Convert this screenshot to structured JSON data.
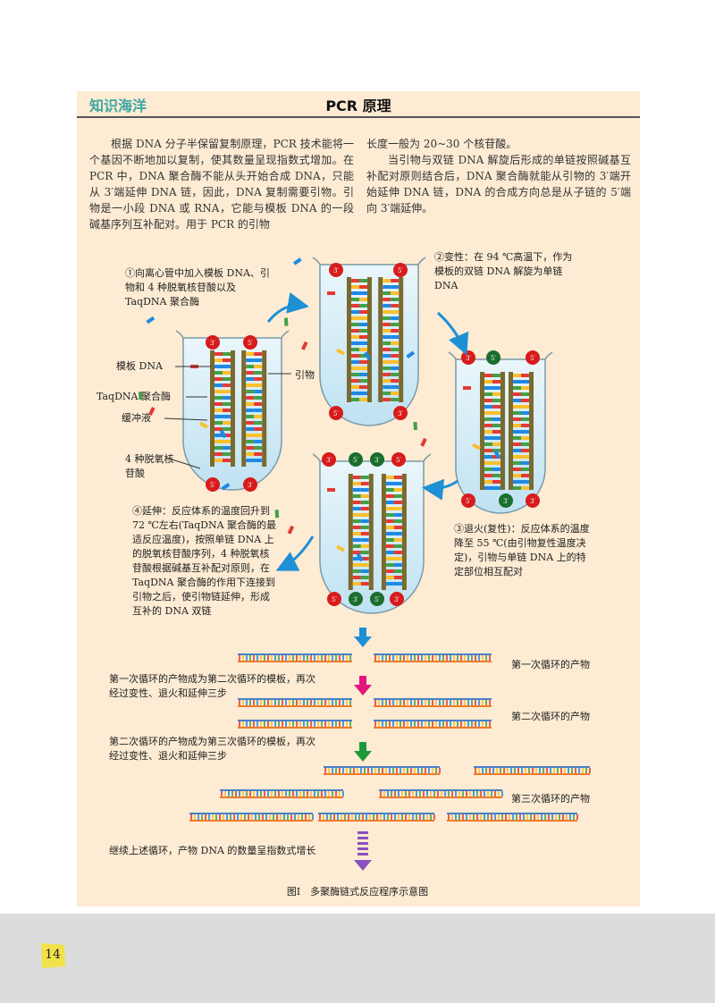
{
  "header": {
    "tag": "知识海洋",
    "title": "PCR 原理"
  },
  "intro": {
    "left_paragraph": "根据 DNA 分子半保留复制原理，PCR 技术能将一个基因不断地加以复制，使其数量呈现指数式增加。在 PCR 中，DNA 聚合酶不能从头开始合成 DNA，只能从 3′端延伸 DNA 链，因此，DNA 复制需要引物。引物是一小段 DNA 或 RNA，它能与模板 DNA 的一段碱基序列互补配对。用于 PCR 的引物",
    "right_paragraph_1": "长度一般为 20~30 个核苷酸。",
    "right_paragraph_2": "当引物与双链 DNA 解旋后形成的单链按照碱基互补配对原则结合后，DNA 聚合酶就能从引物的 3′端开始延伸 DNA 链，DNA 的合成方向总是从子链的 5′端向 3′端延伸。"
  },
  "steps": {
    "step1": "①向离心管中加入模板 DNA、引物和 4 种脱氧核苷酸以及 TaqDNA 聚合酶",
    "step2": "②变性：在 94 ℃高温下，作为模板的双链 DNA 解旋为单链 DNA",
    "step3": "③退火(复性)：反应体系的温度降至 55 ℃(由引物复性温度决定)，引物与单链 DNA 上的特定部位相互配对",
    "step4": "④延伸：反应体系的温度回升到 72 ℃左右(TaqDNA 聚合酶的最适反应温度)，按照单链 DNA 上的脱氧核苷酸序列，4 种脱氧核苷酸根据碱基互补配对原则，在 TaqDNA 聚合酶的作用下连接到引物之后，使引物链延伸，形成互补的 DNA 双链"
  },
  "tube_labels": {
    "template": "模板 DNA",
    "taq": "TaqDNA 聚合酶",
    "buffer": "缓冲液",
    "dntp": "4 种脱氧核苷酸",
    "primer": "引物"
  },
  "end_labels": {
    "three": "3′",
    "five": "5′"
  },
  "cycles": {
    "cycle1_product": "第一次循环的产物",
    "cycle2_product": "第二次循环的产物",
    "cycle3_product": "第三次循环的产物",
    "note1": "第一次循环的产物成为第二次循环的模板，再次经过变性、退火和延伸三步",
    "note2": "第二次循环的产物成为第三次循环的模板，再次经过变性、退火和延伸三步",
    "continue": "继续上述循环，产物 DNA 的数量呈指数式增长"
  },
  "caption": "图Ⅰ　多聚酶链式反应程序示意图",
  "page_number": "14",
  "colors": {
    "panel": "#fdebd3",
    "accent": "#3aa6a2",
    "footer": "#dcdcdc",
    "page_badge": "#f2e24a",
    "arrow_blue": "#1e90d6",
    "arrow_magenta": "#e4147c",
    "arrow_green": "#1c9a3a",
    "arrow_purple": "#8a4fc0"
  }
}
